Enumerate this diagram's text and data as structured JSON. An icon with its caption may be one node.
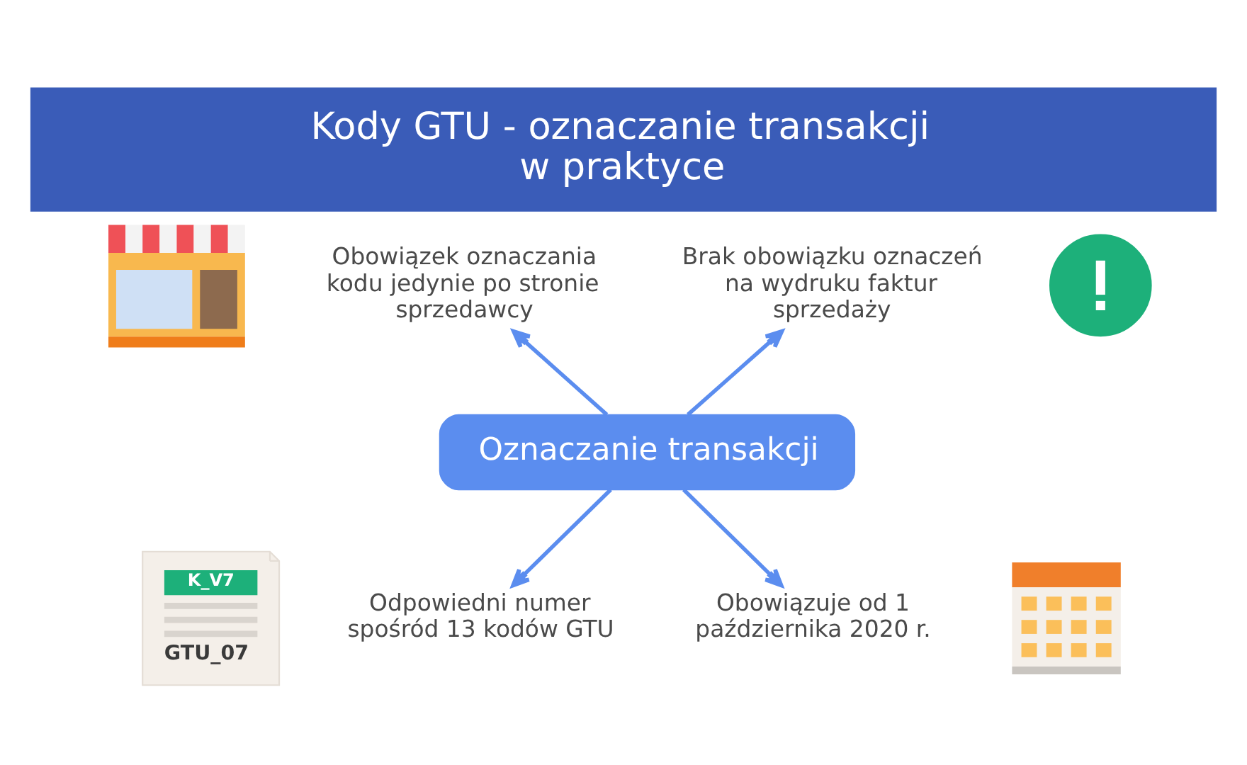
{
  "diagram": {
    "title": "Kody GTU - oznaczanie transakcji w praktyce",
    "nodes": [
      {
        "text": [],
        "shape": "picture"
      },
      {
        "text": [
          "Obowiązek oznaczania kodu jedynie po stronie sprzedawcy"
        ]
      },
      {
        "text": [
          "Brak obowiązku oznaczeń na wydruku faktur sprzedaży"
        ]
      },
      {
        "text": [],
        "shape": "circle"
      },
      {
        "text": [
          "Oznaczanie transakcji"
        ]
      },
      {
        "text": [
          "K_V7",
          "GTU_07"
        ]
      },
      {
        "text": [
          "Odpowiedni numer spośród 13 kodów GTU"
        ]
      },
      {
        "text": [
          "Obowiązuje od 1 października 2020 r."
        ]
      },
      {
        "text": [],
        "shape": "picture"
      }
    ],
    "edges": [
      {
        "from": 4,
        "to": 1,
        "arrow": "to"
      },
      {
        "from": 4,
        "to": 2,
        "arrow": "to"
      },
      {
        "from": 4,
        "to": 6,
        "arrow": "to"
      },
      {
        "from": 4,
        "to": 7,
        "arrow": "to"
      }
    ]
  }
}
